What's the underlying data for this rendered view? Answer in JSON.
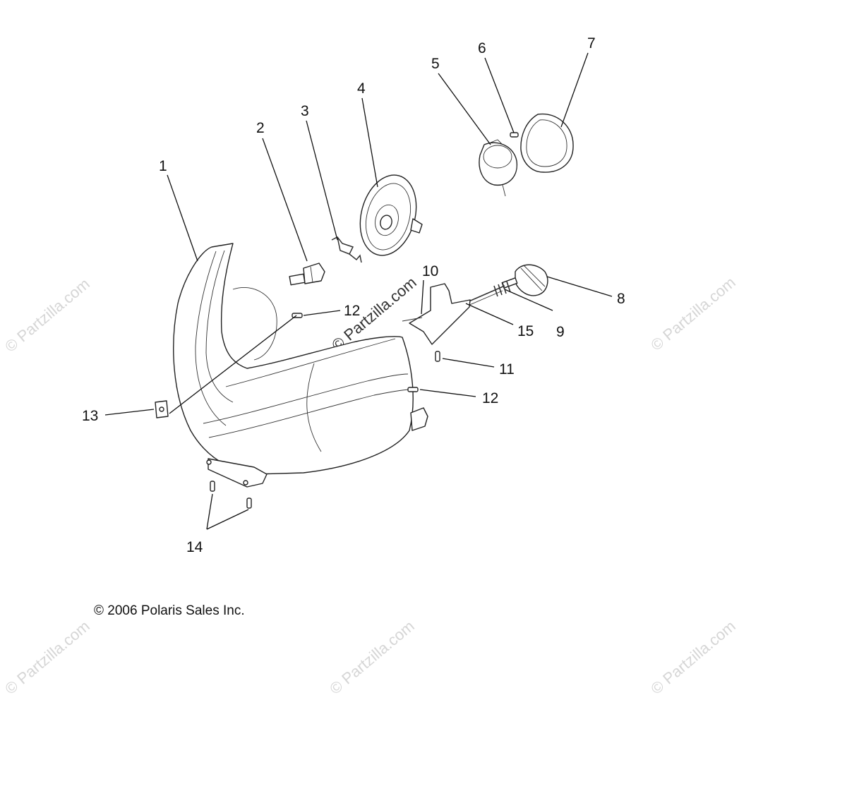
{
  "callouts": [
    "1",
    "2",
    "3",
    "4",
    "5",
    "6",
    "7",
    "8",
    "9",
    "10",
    "11",
    "12",
    "12",
    "13",
    "14",
    "15"
  ],
  "copyright": "© 2006 Polaris Sales Inc.",
  "watermark": "© Partzilla.com",
  "colors": {
    "line": "#222222",
    "watermark": "#d6d6d6",
    "background": "#ffffff"
  }
}
